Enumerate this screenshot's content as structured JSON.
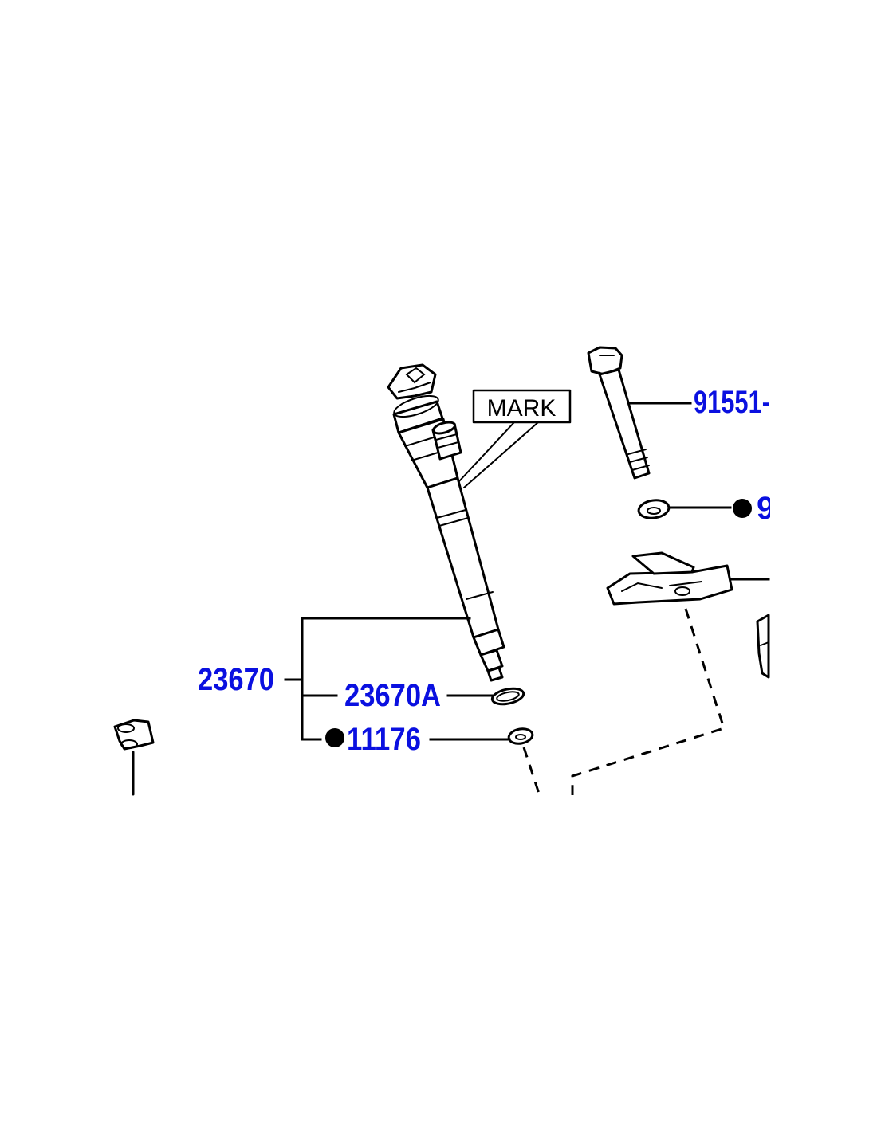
{
  "diagram": {
    "labels": {
      "mark": "MARK",
      "injector_assy": "23670",
      "o_ring": "23670A",
      "gasket": "11176",
      "bolt": "91551-",
      "washer": "9"
    },
    "colors": {
      "callout_text": "#0a10e0",
      "line_art": "#000000",
      "background": "#ffffff"
    },
    "icons": {
      "non_reusable_marker": "filled-circle"
    }
  }
}
